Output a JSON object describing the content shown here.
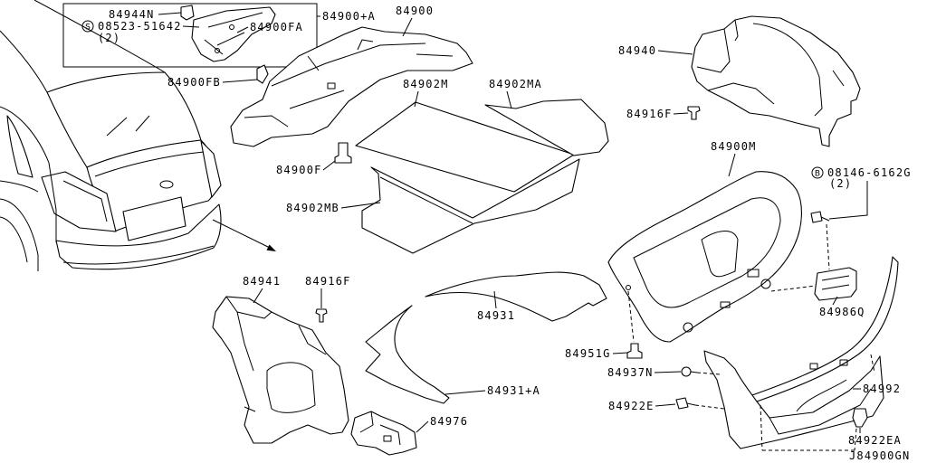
{
  "diagram": {
    "code": "J84900GN",
    "labels": {
      "part_84944N": "84944N",
      "screw_s": {
        "symbol": "S",
        "number": "08523-51642",
        "qty": "(2)"
      },
      "part_84900FA": "84900FA",
      "part_84900_plus_A": "84900+A",
      "part_84900": "84900",
      "part_84900FB": "84900FB",
      "part_84902M": "84902M",
      "part_84902MA": "84902MA",
      "part_84940": "84940",
      "part_84916F_upper": "84916F",
      "part_84900F": "84900F",
      "part_84902MB": "84902MB",
      "part_84900M": "84900M",
      "bolt_b": {
        "symbol": "B",
        "number": "08146-6162G",
        "qty": "(2)"
      },
      "part_84986Q": "84986Q",
      "part_84941": "84941",
      "part_84916F_lower": "84916F",
      "part_84931": "84931",
      "part_84931_plus_A": "84931+A",
      "part_84951G": "84951G",
      "part_84937N": "84937N",
      "part_84922E": "84922E",
      "part_84992": "84992",
      "part_84922EA": "84922EA",
      "part_84976": "84976"
    }
  }
}
